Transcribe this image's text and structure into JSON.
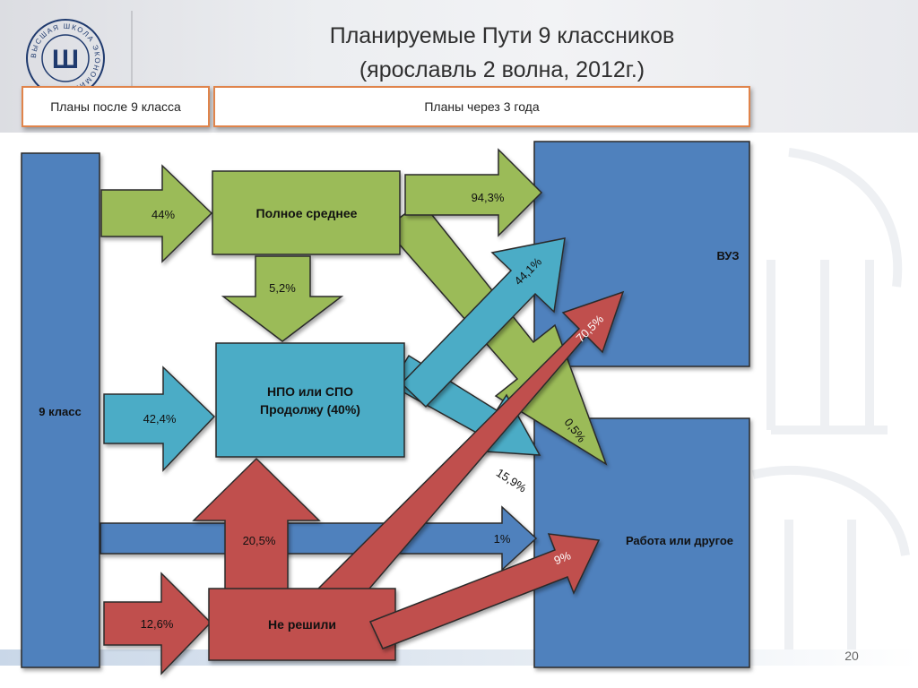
{
  "header": {
    "title_line1": "Планируемые Пути 9 классников",
    "title_line2": "(ярославль 2 волна, 2012г.)",
    "logo_text": "ВЫСШАЯ ШКОЛА ЭКОНОМИКИ",
    "logo_mark": "Ш"
  },
  "plans": {
    "left": "Планы после 9 класса",
    "right": "Планы через 3 года"
  },
  "nodes": {
    "grade9": "9 класс",
    "full_secondary": "Полное среднее",
    "npo_spo_line1": "НПО или СПО",
    "npo_spo_line2": "Продолжу (40%)",
    "undecided": "Не решили",
    "university": "ВУЗ",
    "work_other": "Работа или другое"
  },
  "flows": {
    "to_full_secondary": "44%",
    "to_npo_spo": "42,4%",
    "to_undecided": "12,6%",
    "to_work_direct": "1%",
    "full_to_university": "94,3%",
    "full_to_npo": "5,2%",
    "full_to_work": "0,5%",
    "npo_to_university": "44,1%",
    "npo_to_work": "15,9%",
    "undecided_to_npo": "20,5%",
    "undecided_to_university": "70,5%",
    "undecided_to_work": "9%"
  },
  "colors": {
    "blue_box": "#4f81bd",
    "green": "#9bbb59",
    "teal": "#4bacc6",
    "red": "#c0504d",
    "orange_border": "#e0844b"
  },
  "page_number": "20"
}
